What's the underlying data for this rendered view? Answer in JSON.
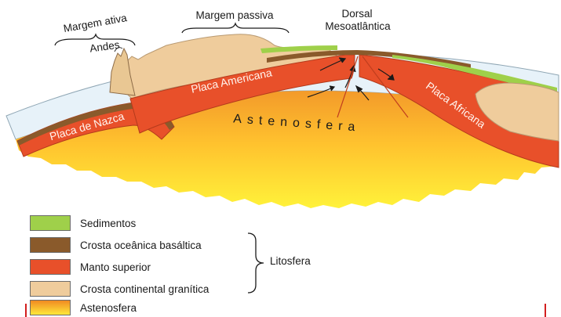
{
  "labels": {
    "margem_ativa": "Margem ativa",
    "andes": "Andes",
    "margem_passiva": "Margem passiva",
    "dorsal_line1": "Dorsal",
    "dorsal_line2": "Mesoatlântica",
    "placa_americana": "Placa Americana",
    "placa_africana": "Placa Africana",
    "placa_nazca": "Placa de Nazca",
    "astenosfera": "Astenosfera"
  },
  "legend": {
    "items": [
      {
        "label": "Sedimentos",
        "color": "#9fd04a"
      },
      {
        "label": "Crosta oceânica basáltica",
        "color": "#8a5a2b"
      },
      {
        "label": "Manto superior",
        "color": "#e8502a"
      },
      {
        "label": "Crosta continental granítica",
        "color": "#efcc9c"
      },
      {
        "label": "Astenosfera",
        "color": "#f29a26"
      }
    ],
    "group_label": "Litosfera"
  },
  "colors": {
    "sediment": "#9fd04a",
    "oceanic_crust": "#8a5a2b",
    "upper_mantle": "#e8502a",
    "continental_crust": "#efcc9c",
    "asthenosphere_top": "#f6a62a",
    "asthenosphere_bottom": "#ffef2a",
    "sky_band": "#e7f2f9",
    "ink": "#1a1a1a"
  }
}
